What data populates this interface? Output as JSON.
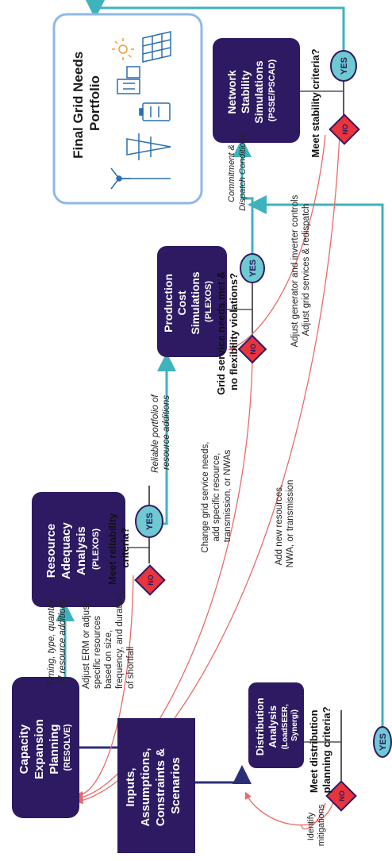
{
  "colors": {
    "box_fill": "#2e1a63",
    "flow_teal": "#3fb3bd",
    "flow_navy": "#2b2f7a",
    "feedback_red": "#e86a6a",
    "decision_red": "#e8343c",
    "yes_teal": "#6ec9d0",
    "portfolio_border": "#8fb8e8"
  },
  "boxes": {
    "inputs": [
      "Inputs,",
      "Assumptions,",
      "Constraints &",
      "Scenarios"
    ],
    "capacity": [
      "Capacity",
      "Expansion",
      "Planning",
      "(RESOLVE)"
    ],
    "adequacy": [
      "Resource",
      "Adequacy",
      "Analysis",
      "(PLEXOS)"
    ],
    "distribution": [
      "Distribution",
      "Analysis",
      "(LoadSEER,",
      "Synergi)"
    ],
    "production": [
      "Production",
      "Cost",
      "Simulations",
      "(PLEXOS)"
    ],
    "network": [
      "Network",
      "Stability",
      "Simulations",
      "(PSSE/PSCAD)"
    ],
    "portfolio_title": [
      "Final Grid Needs",
      "Portfolio"
    ]
  },
  "questions": {
    "reliability": [
      "Meet reliability",
      "criteria?"
    ],
    "distribution": [
      "Meet distribution",
      "planning criteria?"
    ],
    "grid_service": [
      "Grid service needs met &",
      "no flexibility violations?"
    ],
    "stability": [
      "Meet stability criteria?"
    ]
  },
  "labels": {
    "timing": [
      "Timing, type, quantity",
      "of resource additions"
    ],
    "reliable": [
      "Reliable portfolio of",
      "resource additions"
    ],
    "commitment": [
      "Commitment &",
      "Dispatch Conditions"
    ],
    "adjust_erm": [
      "Adjust ERM or adjust",
      "specific resources",
      "based on size,",
      "frequency, and duration",
      "of shortfall"
    ],
    "change_grid": [
      "Change grid service needs,",
      "add specific resource,",
      "transmission, or NWAs"
    ],
    "add_new": [
      "Add new resources,",
      "NWA, or transmission"
    ],
    "adjust_gen": [
      "Adjust generator and inverter controls",
      "Adjust grid services & redispatch"
    ],
    "identify": [
      "Identify",
      "mitigations"
    ]
  },
  "yes": "YES",
  "no": "NO",
  "icons": [
    "wind-turbine-icon",
    "transmission-tower-icon",
    "battery-icon",
    "city-icon",
    "sun-icon",
    "solar-panel-icon"
  ]
}
